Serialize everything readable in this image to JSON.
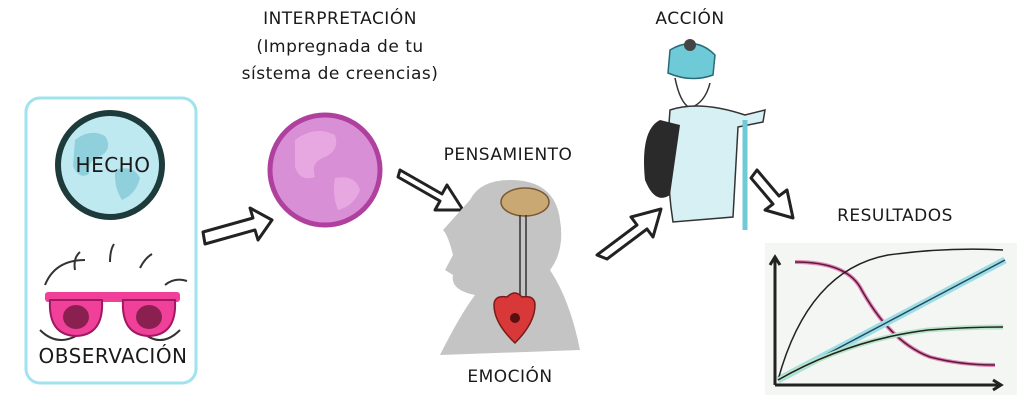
{
  "labels": {
    "fact": "HECHO",
    "observation": "OBSERVACIÓN",
    "interpretation": "INTERPRETACIÓN",
    "interpretation_note_line1": "(Impregnada de tu",
    "interpretation_note_line2": "sístema de creencias)",
    "thought": "PENSAMIENTO",
    "emotion": "EMOCIÓN",
    "action": "ACCIÓN",
    "results": "RESULTADOS"
  },
  "colors": {
    "frame": "#9fe3ee",
    "globe_blue": "#a9dfe9",
    "globe_pink": "#d98fd6",
    "glasses_pink": "#f0409a",
    "heart_red": "#d83838",
    "brain_tan": "#c9a874",
    "figure_gray": "#c4c4c4",
    "hat_cyan": "#6fcad8"
  }
}
